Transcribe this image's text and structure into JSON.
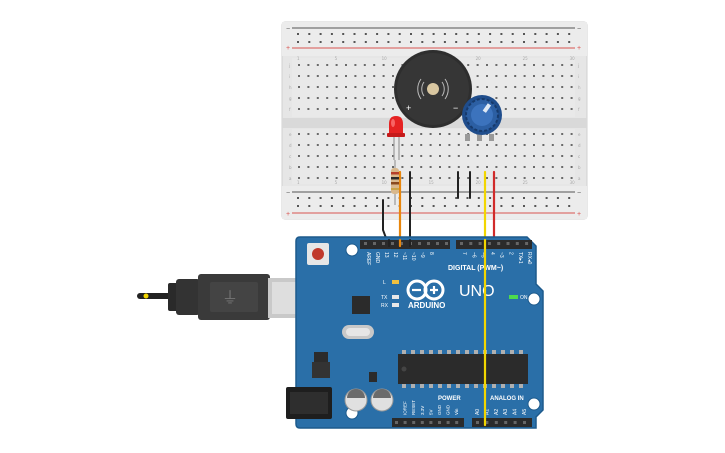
{
  "scene_title": "Arduino Uno with piezo buzzer, LED and potentiometer on breadboard",
  "breadboard": {
    "rail_sign_minus": "−",
    "rail_sign_plus": "+",
    "row_letters_top": [
      "j",
      "i",
      "h",
      "g",
      "f"
    ],
    "row_letters_bottom": [
      "e",
      "d",
      "c",
      "b",
      "a"
    ],
    "column_numbers": [
      "1",
      "5",
      "10",
      "15",
      "20",
      "25",
      "30"
    ]
  },
  "buzzer": {
    "plus_label": "+",
    "minus_label": "−"
  },
  "arduino": {
    "brand_label": "ARDUINO",
    "model_label": "UNO",
    "digital_label": "DIGITAL (PWM~)",
    "power_label": "POWER",
    "analog_label": "ANALOG IN",
    "on_label": "ON",
    "tx_label": "TX",
    "rx_label": "RX",
    "l_label": "L",
    "top_pin_labels": [
      "AREF",
      "GND",
      "13",
      "12",
      "~11",
      "~10",
      "~9",
      "8",
      "7",
      "~6",
      "~5",
      "4",
      "~3",
      "2",
      "TX▸1",
      "RX◂0"
    ],
    "power_pin_labels": [
      "IOREF",
      "RESET",
      "3.3V",
      "5V",
      "GND",
      "GND",
      "Vin"
    ],
    "analog_pin_labels": [
      "A0",
      "A1",
      "A2",
      "A3",
      "A4",
      "A5"
    ]
  },
  "colors": {
    "board_blue": "#2a6fa8",
    "header_black": "#2b2b2b",
    "breadboard_bg": "#e8e8e8",
    "rail_red": "#d9534f",
    "wire_black": "#222222",
    "wire_orange": "#e8860c",
    "wire_yellow": "#f2d600",
    "wire_red": "#d12b2b",
    "led_red": "#e52222",
    "pot_blue": "#2c5fa3"
  }
}
